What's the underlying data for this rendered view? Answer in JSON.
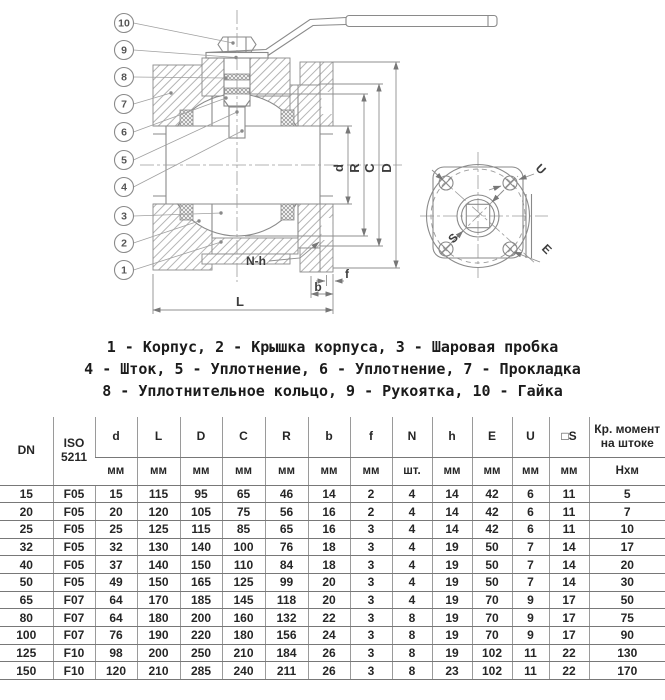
{
  "drawing": {
    "callouts": [
      "1",
      "2",
      "3",
      "4",
      "5",
      "6",
      "7",
      "8",
      "9",
      "10"
    ],
    "dims": {
      "d": "d",
      "R": "R",
      "C": "C",
      "D": "D",
      "L": "L",
      "b": "b",
      "f": "f",
      "n_holes": "N-h",
      "U": "U",
      "E": "E",
      "S": "S"
    }
  },
  "legend": {
    "lines": [
      "1 - Корпус, 2 - Крышка корпуса, 3 - Шаровая пробка",
      "4 - Шток, 5 - Уплотнение, 6 - Уплотнение, 7 - Прокладка",
      "8 - Уплотнительное кольцо, 9 - Рукоятка, 10 - Гайка"
    ]
  },
  "table": {
    "columns": [
      {
        "label": "DN",
        "unit": null
      },
      {
        "label": "ISO 5211",
        "unit": null
      },
      {
        "label": "d",
        "unit": "мм"
      },
      {
        "label": "L",
        "unit": "мм"
      },
      {
        "label": "D",
        "unit": "мм"
      },
      {
        "label": "C",
        "unit": "мм"
      },
      {
        "label": "R",
        "unit": "мм"
      },
      {
        "label": "b",
        "unit": "мм"
      },
      {
        "label": "f",
        "unit": "мм"
      },
      {
        "label": "N",
        "unit": "шт."
      },
      {
        "label": "h",
        "unit": "мм"
      },
      {
        "label": "E",
        "unit": "мм"
      },
      {
        "label": "U",
        "unit": "мм"
      },
      {
        "label": "□S",
        "unit": "мм"
      },
      {
        "label": "Кр. момент на штоке",
        "unit": "Нхм"
      }
    ],
    "rows": [
      [
        "15",
        "F05",
        "15",
        "115",
        "95",
        "65",
        "46",
        "14",
        "2",
        "4",
        "14",
        "42",
        "6",
        "11",
        "5"
      ],
      [
        "20",
        "F05",
        "20",
        "120",
        "105",
        "75",
        "56",
        "16",
        "2",
        "4",
        "14",
        "42",
        "6",
        "11",
        "7"
      ],
      [
        "25",
        "F05",
        "25",
        "125",
        "115",
        "85",
        "65",
        "16",
        "3",
        "4",
        "14",
        "42",
        "6",
        "11",
        "10"
      ],
      [
        "32",
        "F05",
        "32",
        "130",
        "140",
        "100",
        "76",
        "18",
        "3",
        "4",
        "19",
        "50",
        "7",
        "14",
        "17"
      ],
      [
        "40",
        "F05",
        "37",
        "140",
        "150",
        "110",
        "84",
        "18",
        "3",
        "4",
        "19",
        "50",
        "7",
        "14",
        "20"
      ],
      [
        "50",
        "F05",
        "49",
        "150",
        "165",
        "125",
        "99",
        "20",
        "3",
        "4",
        "19",
        "50",
        "7",
        "14",
        "30"
      ],
      [
        "65",
        "F07",
        "64",
        "170",
        "185",
        "145",
        "118",
        "20",
        "3",
        "4",
        "19",
        "70",
        "9",
        "17",
        "50"
      ],
      [
        "80",
        "F07",
        "64",
        "180",
        "200",
        "160",
        "132",
        "22",
        "3",
        "8",
        "19",
        "70",
        "9",
        "17",
        "75"
      ],
      [
        "100",
        "F07",
        "76",
        "190",
        "220",
        "180",
        "156",
        "24",
        "3",
        "8",
        "19",
        "70",
        "9",
        "17",
        "90"
      ],
      [
        "125",
        "F10",
        "98",
        "200",
        "250",
        "210",
        "184",
        "26",
        "3",
        "8",
        "19",
        "102",
        "11",
        "22",
        "130"
      ],
      [
        "150",
        "F10",
        "120",
        "210",
        "285",
        "240",
        "211",
        "26",
        "3",
        "8",
        "23",
        "102",
        "11",
        "22",
        "170"
      ]
    ]
  }
}
